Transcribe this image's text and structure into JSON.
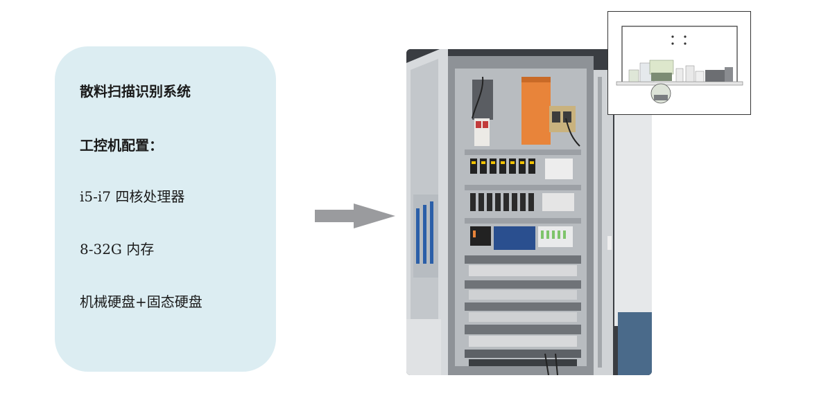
{
  "info_card": {
    "title": "散料扫描识别系统",
    "subtitle": "工控机配置：",
    "specs": [
      "i5-i7 四核处理器",
      "8-32G 内存",
      "机械硬盘+固态硬盘"
    ],
    "background_color": "#dcedf2"
  },
  "arrow": {
    "icon": "right-arrow-icon",
    "color": "#9a9b9e"
  },
  "photo": {
    "subject": "electrical-control-cabinet",
    "accent_color": "#e8843a"
  },
  "inset": {
    "subject": "scanning-machine-diagram"
  }
}
